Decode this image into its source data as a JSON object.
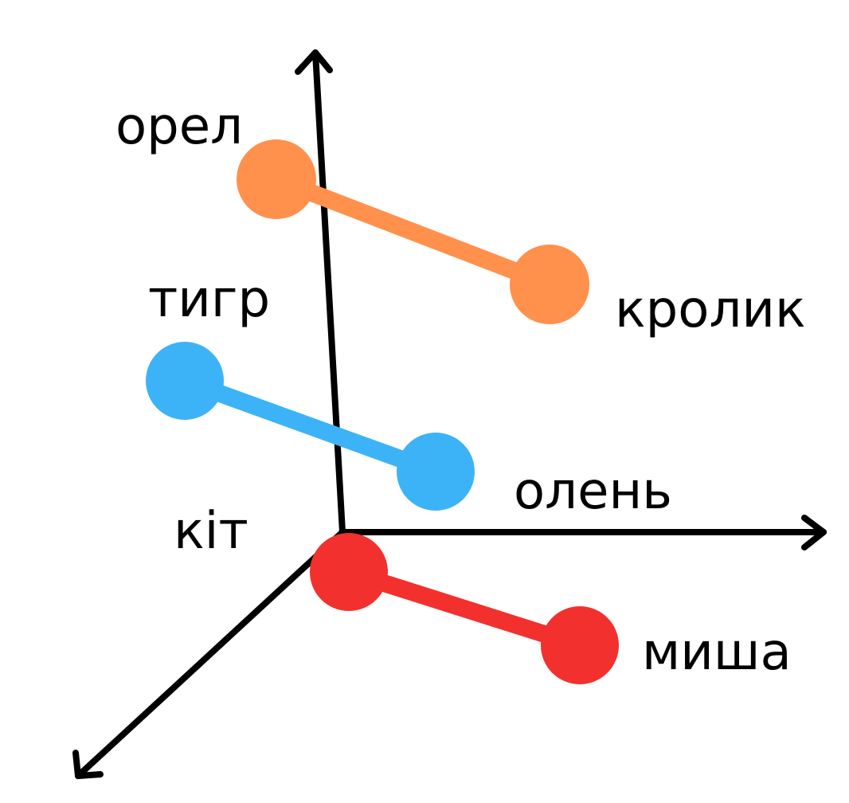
{
  "colors": {
    "orange": "#ff914d",
    "blue": "#3db3f7",
    "red": "#f2312f",
    "axis": "#000000"
  },
  "pairs": [
    {
      "left": "орел",
      "right": "кролик",
      "color": "#ff914d"
    },
    {
      "left": "тигр",
      "right": "олень",
      "color": "#3db3f7"
    },
    {
      "left": "кіт",
      "right": "миша",
      "color": "#f2312f"
    }
  ]
}
